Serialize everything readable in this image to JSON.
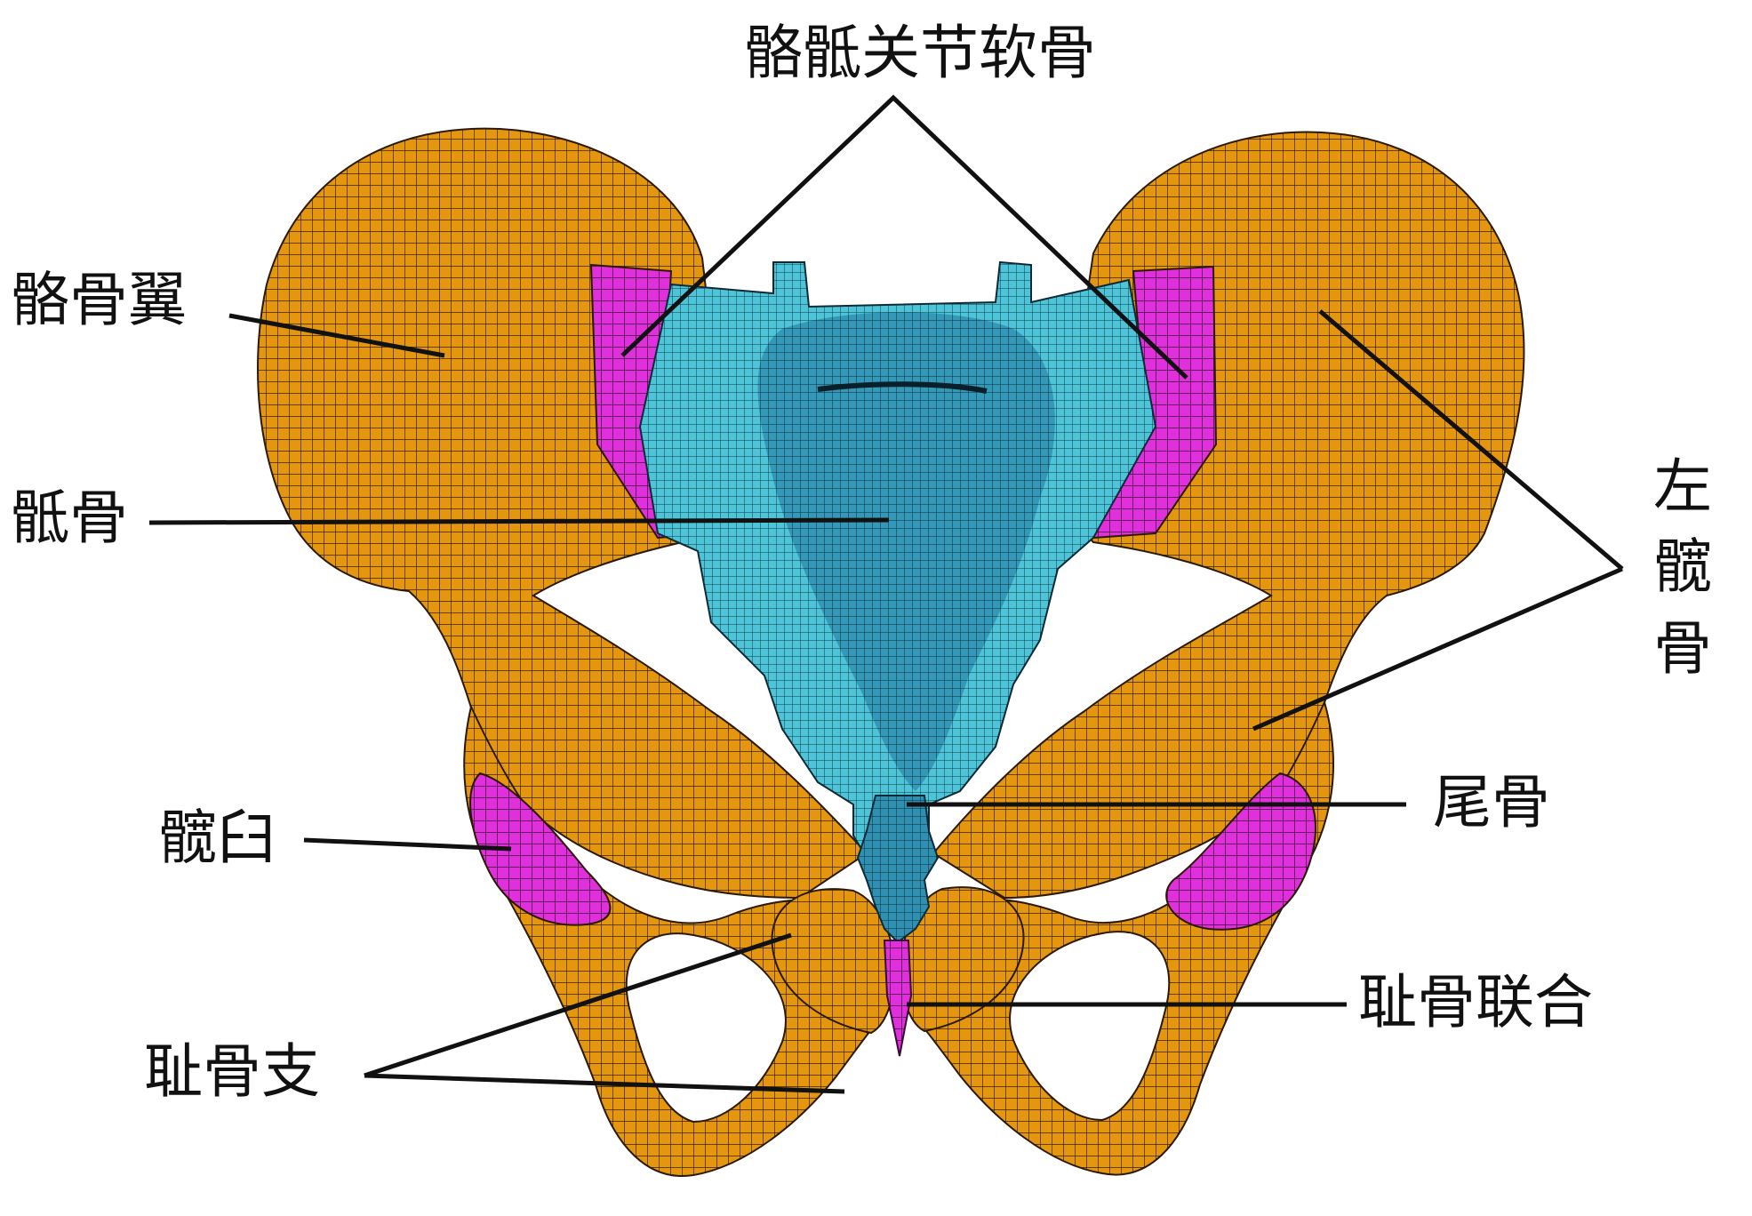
{
  "labels": {
    "sacroiliac_cartilage": "骼骶关节软骨",
    "iliac_wing": "骼骨翼",
    "sacrum": "骶骨",
    "acetabulum": "髋臼",
    "pubic_ramus": "耻骨支",
    "left_hip_bone": [
      "左",
      "髋",
      "骨"
    ],
    "coccyx": "尾骨",
    "pubic_symphysis": "耻骨联合"
  },
  "colors": {
    "bone": "#e5960f",
    "cartilage": "#e030dc",
    "sacrum_light": "#4ec4d8",
    "sacrum_dark": "#2e8fb0",
    "mesh": "#2a1a05",
    "leader": "#111111"
  }
}
